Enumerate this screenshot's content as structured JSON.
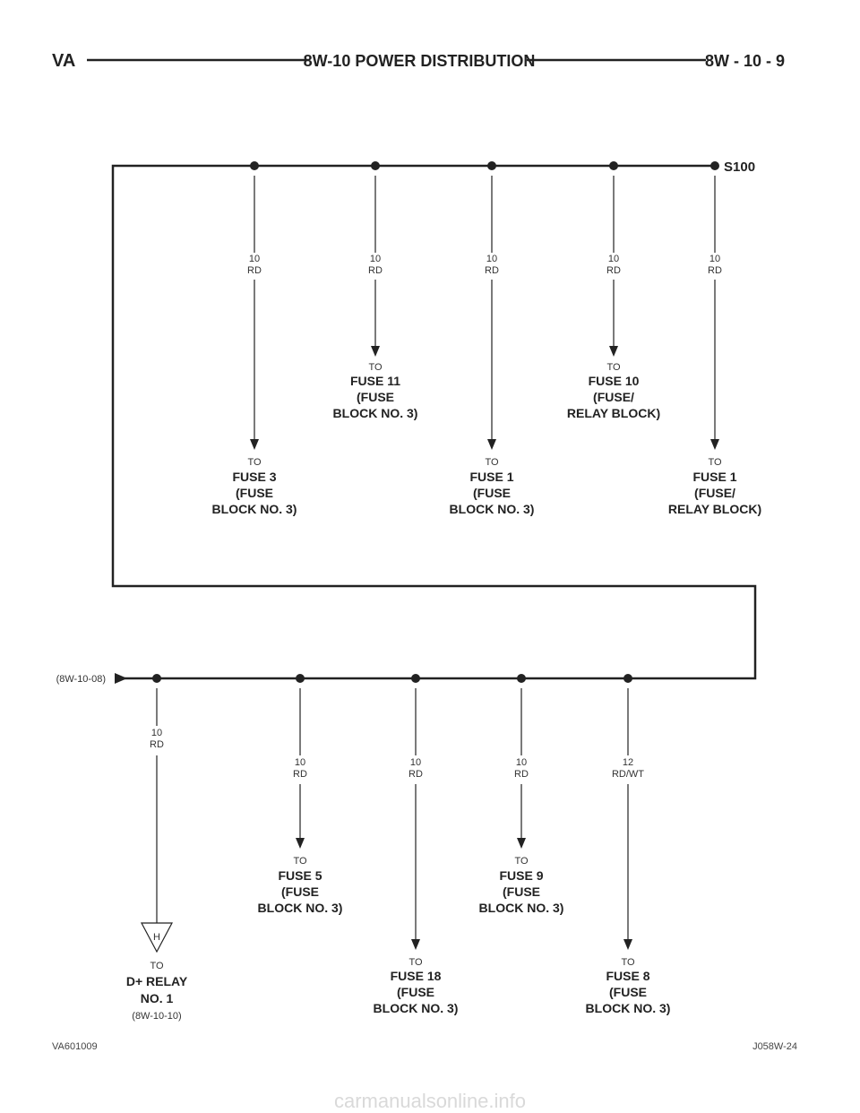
{
  "header": {
    "left": "VA",
    "title": "8W-10 POWER DISTRIBUTION",
    "page": "8W - 10 - 9"
  },
  "splice": {
    "label": "S100"
  },
  "top_branches": [
    {
      "gauge": "10",
      "color": "RD",
      "to": "TO",
      "lines": [
        "FUSE 3",
        "(FUSE",
        "BLOCK NO. 3)"
      ]
    },
    {
      "gauge": "10",
      "color": "RD",
      "to": "TO",
      "lines": [
        "FUSE 11",
        "(FUSE",
        "BLOCK NO. 3)"
      ]
    },
    {
      "gauge": "10",
      "color": "RD",
      "to": "TO",
      "lines": [
        "FUSE 1",
        "(FUSE",
        "BLOCK NO. 3)"
      ]
    },
    {
      "gauge": "10",
      "color": "RD",
      "to": "TO",
      "lines": [
        "FUSE 10",
        "(FUSE/",
        "RELAY BLOCK)"
      ]
    },
    {
      "gauge": "10",
      "color": "RD",
      "to": "TO",
      "lines": [
        "FUSE 1",
        "(FUSE/",
        "RELAY BLOCK)"
      ]
    }
  ],
  "bottom_input": {
    "ref": "(8W-10-08)"
  },
  "bottom_branches": [
    {
      "gauge": "10",
      "color": "RD",
      "to": "TO",
      "lines": [
        "D+ RELAY",
        "NO. 1"
      ],
      "ref": "(8W-10-10)",
      "connector": "H"
    },
    {
      "gauge": "10",
      "color": "RD",
      "to": "TO",
      "lines": [
        "FUSE 5",
        "(FUSE",
        "BLOCK NO. 3)"
      ]
    },
    {
      "gauge": "10",
      "color": "RD",
      "to": "TO",
      "lines": [
        "FUSE 18",
        "(FUSE",
        "BLOCK NO. 3)"
      ]
    },
    {
      "gauge": "10",
      "color": "RD",
      "to": "TO",
      "lines": [
        "FUSE 9",
        "(FUSE",
        "BLOCK NO. 3)"
      ]
    },
    {
      "gauge": "12",
      "color": "RD/WT",
      "to": "TO",
      "lines": [
        "FUSE 8",
        "(FUSE",
        "BLOCK NO. 3)"
      ]
    }
  ],
  "footer": {
    "left": "VA601009",
    "right": "J058W-24"
  },
  "watermark": "carmanualsonline.info"
}
